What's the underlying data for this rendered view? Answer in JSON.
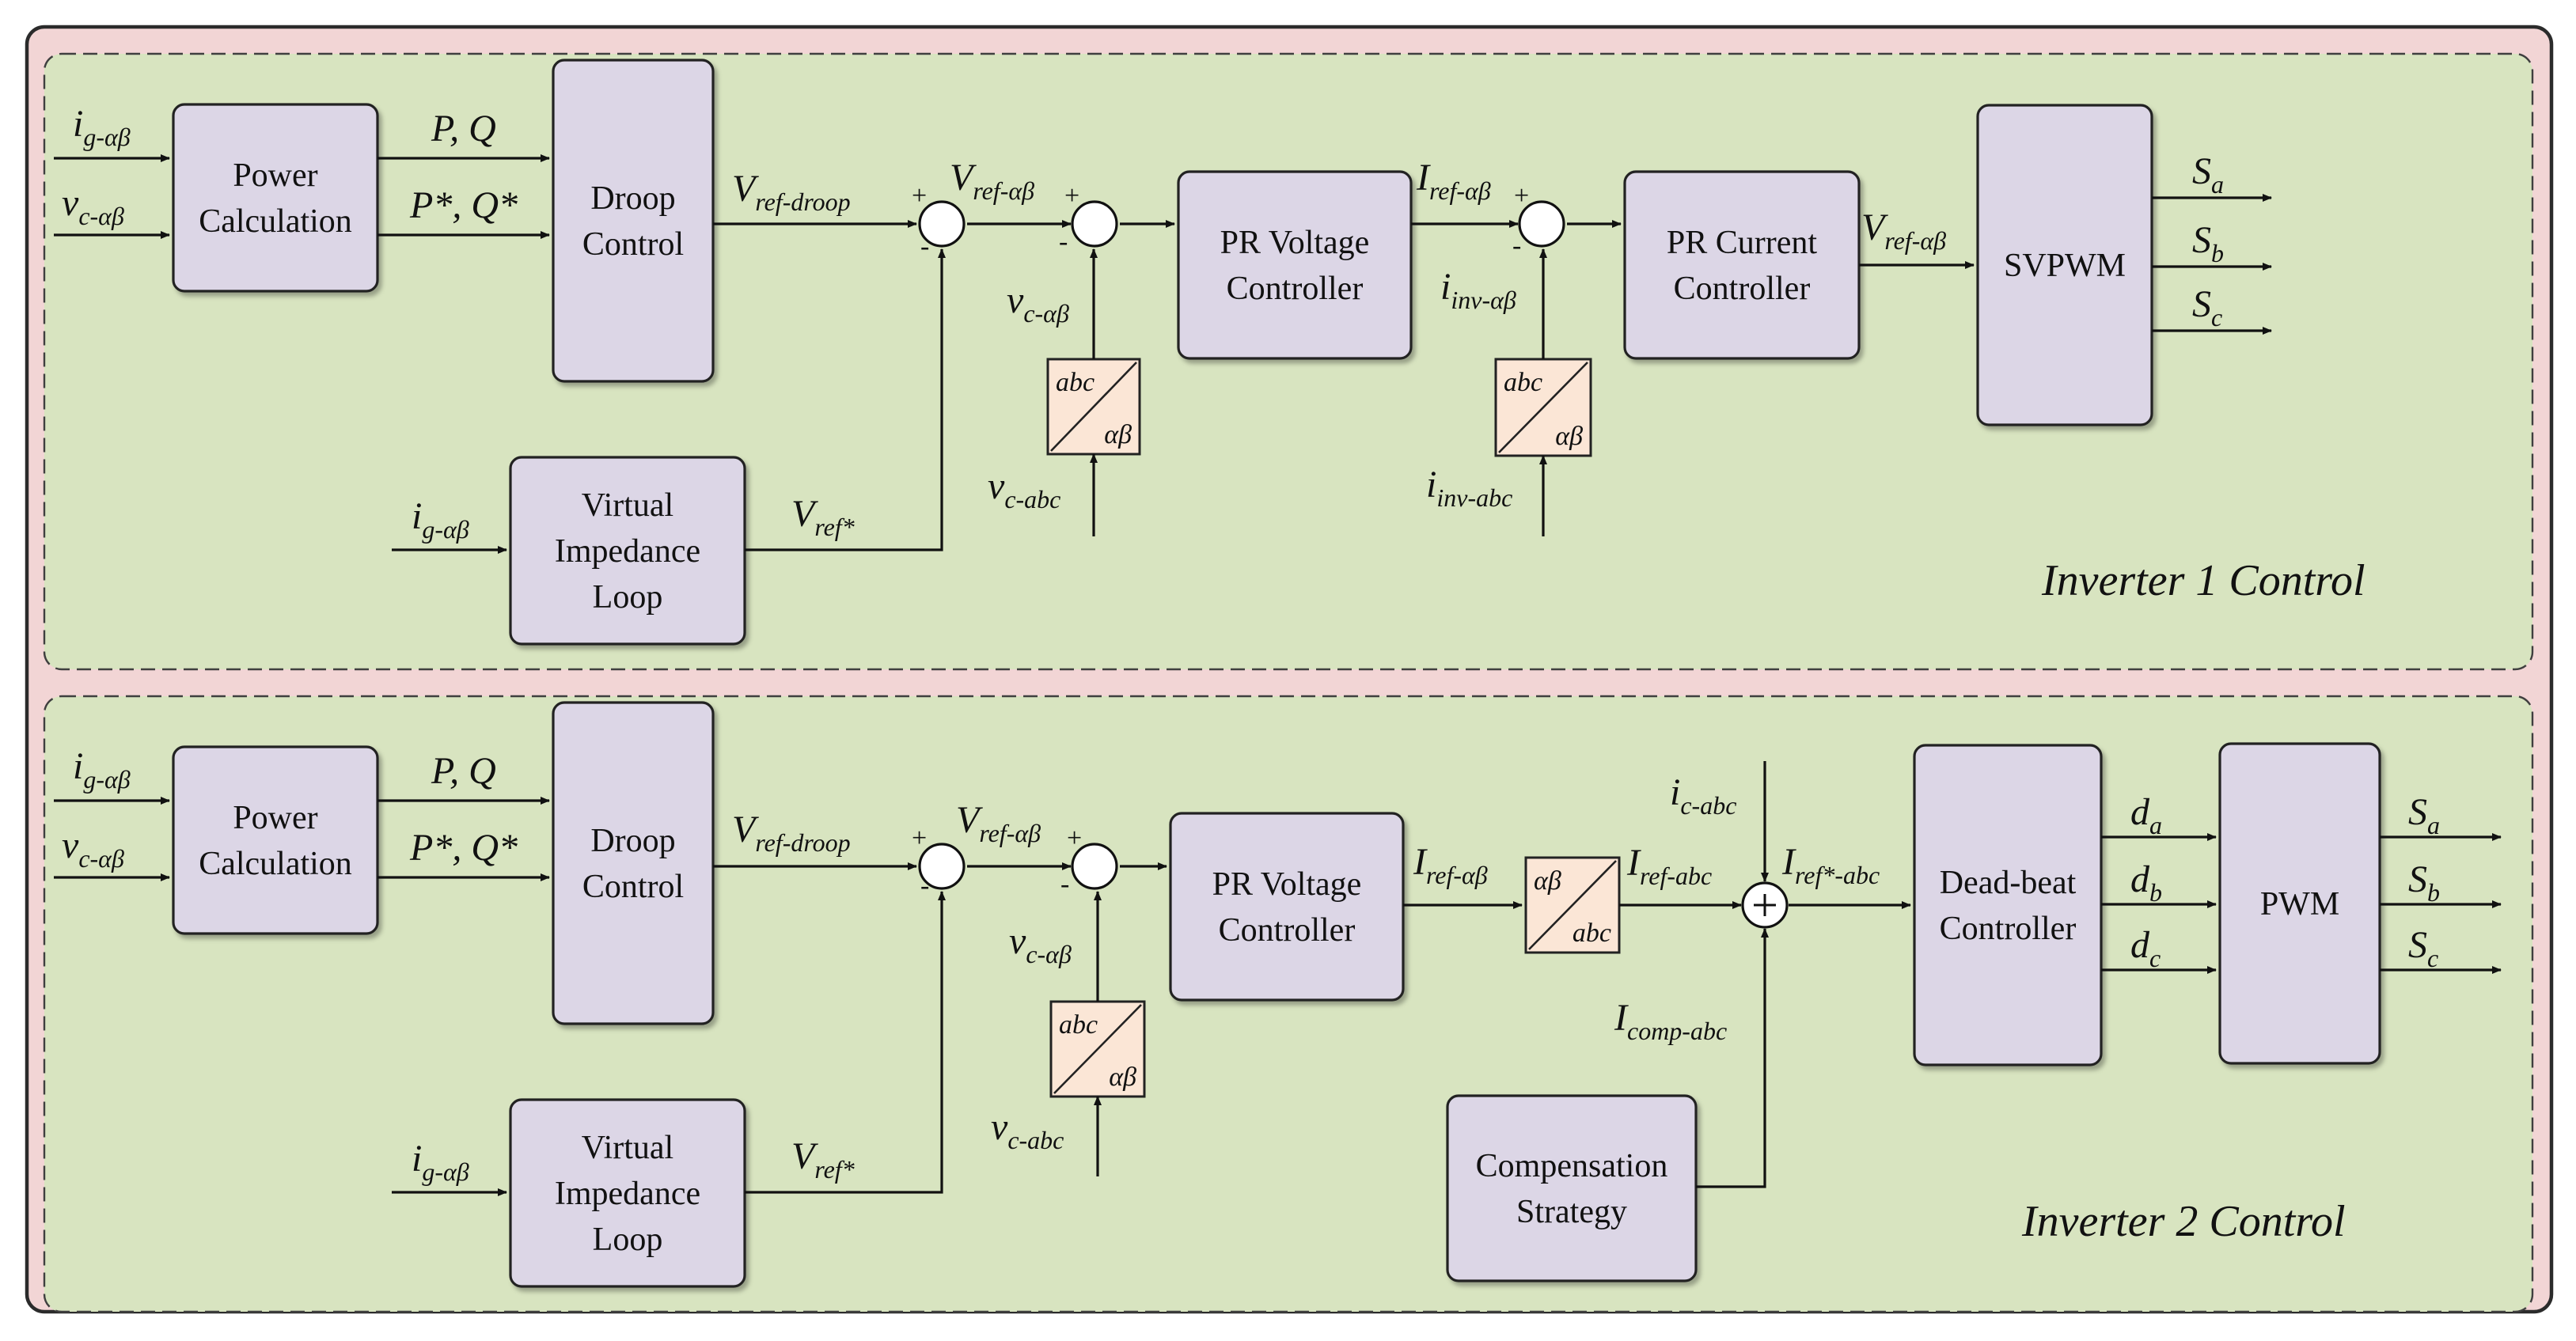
{
  "inverter1": {
    "title": "Inverter 1 Control",
    "blocks": {
      "power_calc": [
        "Power",
        "Calculation"
      ],
      "droop": [
        "Droop",
        "Control"
      ],
      "virtual_impedance": [
        "Virtual",
        "Impedance",
        "Loop"
      ],
      "pr_voltage": [
        "PR Voltage",
        "Controller"
      ],
      "pr_current": [
        "PR Current",
        "Controller"
      ],
      "svpwm": [
        "SVPWM"
      ]
    },
    "transforms": [
      {
        "top": "abc",
        "bottom": "αβ"
      },
      {
        "top": "abc",
        "bottom": "αβ"
      }
    ],
    "signals": {
      "in_ig": {
        "main": "i",
        "sub": "g-αβ"
      },
      "in_vc": {
        "main": "v",
        "sub": "c-αβ"
      },
      "pq": {
        "main": "P, Q",
        "sub": ""
      },
      "pq_ref": {
        "main": "P*, Q*",
        "sub": ""
      },
      "v_ref_droop": {
        "main": "V",
        "sub": "ref-droop"
      },
      "v_ref_ab": {
        "main": "V",
        "sub": "ref-αβ"
      },
      "vi_in": {
        "main": "i",
        "sub": "g-αβ"
      },
      "v_ref_star": {
        "main": "V",
        "sub": "ref*"
      },
      "vc_ab": {
        "main": "v",
        "sub": "c-αβ"
      },
      "vc_abc": {
        "main": "v",
        "sub": "c-abc"
      },
      "i_ref_ab": {
        "main": "I",
        "sub": "ref-αβ"
      },
      "i_inv_ab": {
        "main": "i",
        "sub": "inv-αβ"
      },
      "i_inv_abc": {
        "main": "i",
        "sub": "inv-abc"
      },
      "v_ref_ab_out": {
        "main": "V",
        "sub": "ref-αβ"
      }
    },
    "outputs": [
      {
        "main": "S",
        "sub": "a"
      },
      {
        "main": "S",
        "sub": "b"
      },
      {
        "main": "S",
        "sub": "c"
      }
    ],
    "signs": [
      "+",
      "-",
      "+",
      "-",
      "+",
      "-"
    ]
  },
  "inverter2": {
    "title": "Inverter 2 Control",
    "blocks": {
      "power_calc": [
        "Power",
        "Calculation"
      ],
      "droop": [
        "Droop",
        "Control"
      ],
      "virtual_impedance": [
        "Virtual",
        "Impedance",
        "Loop"
      ],
      "pr_voltage": [
        "PR Voltage",
        "Controller"
      ],
      "deadbeat": [
        "Dead-beat",
        "Controller"
      ],
      "pwm": [
        "PWM"
      ],
      "compensation": [
        "Compensation",
        "Strategy"
      ]
    },
    "transforms": [
      {
        "top": "abc",
        "bottom": "αβ"
      },
      {
        "top": "αβ",
        "bottom": "abc"
      }
    ],
    "signals": {
      "in_ig": {
        "main": "i",
        "sub": "g-αβ"
      },
      "in_vc": {
        "main": "v",
        "sub": "c-αβ"
      },
      "pq": {
        "main": "P, Q",
        "sub": ""
      },
      "pq_ref": {
        "main": "P*, Q*",
        "sub": ""
      },
      "v_ref_droop": {
        "main": "V",
        "sub": "ref-droop"
      },
      "v_ref_ab": {
        "main": "V",
        "sub": "ref-αβ"
      },
      "vi_in": {
        "main": "i",
        "sub": "g-αβ"
      },
      "v_ref_star": {
        "main": "V",
        "sub": "ref*"
      },
      "vc_ab": {
        "main": "v",
        "sub": "c-αβ"
      },
      "vc_abc": {
        "main": "v",
        "sub": "c-abc"
      },
      "i_ref_ab": {
        "main": "I",
        "sub": "ref-αβ"
      },
      "i_ref_abc": {
        "main": "I",
        "sub": "ref-abc"
      },
      "i_c_abc": {
        "main": "i",
        "sub": "c-abc"
      },
      "i_ref_star_abc": {
        "main": "I",
        "sub": "ref*-abc"
      },
      "i_comp_abc": {
        "main": "I",
        "sub": "comp-abc"
      }
    },
    "duties": [
      {
        "main": "d",
        "sub": "a"
      },
      {
        "main": "d",
        "sub": "b"
      },
      {
        "main": "d",
        "sub": "c"
      }
    ],
    "outputs": [
      {
        "main": "S",
        "sub": "a"
      },
      {
        "main": "S",
        "sub": "b"
      },
      {
        "main": "S",
        "sub": "c"
      }
    ],
    "signs": [
      "+",
      "-",
      "+",
      "-"
    ]
  }
}
